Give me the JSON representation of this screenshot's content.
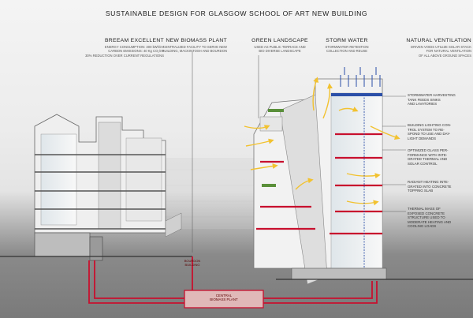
{
  "title": "SUSTAINABLE DESIGN FOR GLASGOW SCHOOL OF ART  NEW BUILDING",
  "labels": {
    "breeam": {
      "heading": "BREEAM EXCELLENT",
      "lines": [
        "ENERGY CONSUMPTION: 300 kWh/m²",
        "CARBON EMISSIONS: 40 Kg CO₂/m²",
        "30% REDUCTION OVER CURRENT REGULATIONS"
      ]
    },
    "biomass": {
      "heading": "NEW BIOMASS PLANT",
      "lines": [
        "CENTRALIZED FACILITY TO SERVE NEW",
        "BUILDING, MACKINTOSH AND BOURDON"
      ]
    },
    "green": {
      "heading": "GREEN LANDSCAPE",
      "lines": [
        "USED AS PUBLIC TERRACE AND",
        "BIO DIVERSE LANDSCAPE"
      ]
    },
    "storm": {
      "heading": "STORM WATER",
      "lines": [
        "STORMWATER RETENTION",
        "COLLECTION AND REUSE"
      ]
    },
    "vent": {
      "heading": "NATURAL VENTILATION",
      "lines": [
        "DRIVEN VOIDS UTILIZE SOLAR STACK",
        "FOR NATURAL VENTILATION",
        "OF ALL ABOVE GROUND SPACES"
      ]
    }
  },
  "annotations": [
    "STORMWATER HARVESTING\nTANK FEEDS SINKS\nAND LAVATORIES",
    "BUILDING LIGHTING CON-\nTROL SYSTEM TO RE-\nSPOND TO USE AND DAY-\nLIGHT DEMANDS",
    "OPTIMIZED GLASS PER-\nFORMANCE WITH INTE-\nGRATED THERMAL AND\nSOLAR CONTROL",
    "RADIANT HEATING INTE-\nGRATED INTO CONCRETE\nTOPPING SLAB",
    "THERMAL MASS OF\nEXPOSED CONCRETE\nSTRUCTURE USED TO\nMODERATE HEATING AND\nCOOLING LOADS"
  ],
  "bourdon": "BOURDON\nBUILDING",
  "plant": "CENTRAL\nBIOMASS PLANT",
  "colors": {
    "pipe": "#c8102e",
    "water": "#2b4fa8",
    "air": "#f2c230",
    "green": "#5a8f3a"
  }
}
